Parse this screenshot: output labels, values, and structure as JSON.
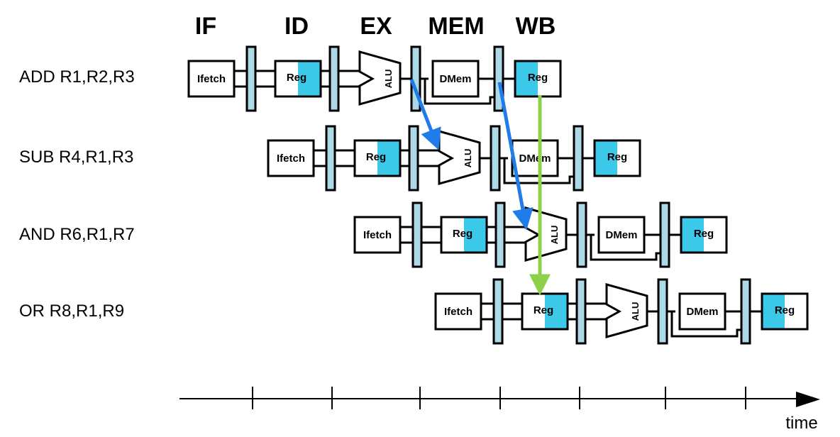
{
  "stages": [
    "IF",
    "ID",
    "EX",
    "MEM",
    "WB"
  ],
  "instructions": [
    "ADD R1,R2,R3",
    "SUB R4,R1,R3",
    "AND R6,R1,R7",
    "OR R8,R1,R9"
  ],
  "components": {
    "fetch": "Ifetch",
    "reg": "Reg",
    "alu": "ALU",
    "mem": "DMem"
  },
  "time_label": "time",
  "colors": {
    "pipeline_register": "#add8e6",
    "reg_highlight": "#3cc8e8",
    "forward_arrow": "#1f7ce8",
    "writeback_arrow": "#8ed04a"
  }
}
